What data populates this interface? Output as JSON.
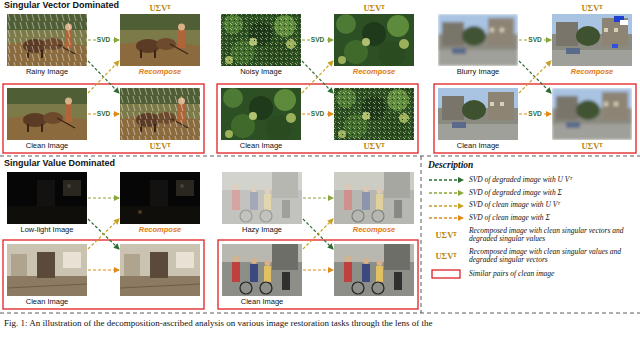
{
  "diagram": {
    "caption": "Fig. 1: An illustration of the decomposition-ascribed analysis on various image restoration tasks through the lens of the",
    "nodes": [
      {
        "text": [
          "Rainy Image"
        ]
      },
      {
        "text": [
          "UΣVᵀ",
          "Recompose"
        ]
      },
      {
        "text": [
          "Clean Image"
        ]
      },
      {
        "text": [
          "UΣVᵀ"
        ]
      },
      {
        "text": [
          "Noisy Image"
        ]
      },
      {
        "text": [
          "UΣVᵀ",
          "Recompose"
        ]
      },
      {
        "text": [
          "Clean Image"
        ]
      },
      {
        "text": [
          "UΣVᵀ"
        ]
      },
      {
        "text": [
          "Blurry Image"
        ]
      },
      {
        "text": [
          "UΣVᵀ",
          "Recompose"
        ]
      },
      {
        "text": [
          "Clean Image"
        ]
      },
      {
        "text": [
          "UΣVᵀ"
        ]
      },
      {
        "text": [
          "Low-light Image"
        ]
      },
      {
        "text": [
          "Recompose"
        ]
      },
      {
        "text": [
          "Clean Image"
        ]
      },
      {
        "text": []
      },
      {
        "text": [
          "Hazy Image"
        ]
      },
      {
        "text": [
          "Recompose"
        ]
      },
      {
        "text": [
          "Clean Image"
        ]
      },
      {
        "text": []
      }
    ],
    "edges": [
      {
        "from": 0,
        "to": 1,
        "arrow": "to",
        "label": "SVD"
      },
      {
        "from": 0,
        "to": 3,
        "arrow": "to"
      },
      {
        "from": 2,
        "to": 3,
        "arrow": "to",
        "label": "SVD"
      },
      {
        "from": 2,
        "to": 1,
        "arrow": "to"
      },
      {
        "from": 4,
        "to": 5,
        "arrow": "to",
        "label": "SVD"
      },
      {
        "from": 4,
        "to": 7,
        "arrow": "to"
      },
      {
        "from": 6,
        "to": 7,
        "arrow": "to",
        "label": "SVD"
      },
      {
        "from": 6,
        "to": 5,
        "arrow": "to"
      },
      {
        "from": 8,
        "to": 9,
        "arrow": "to",
        "label": "SVD"
      },
      {
        "from": 8,
        "to": 11,
        "arrow": "to"
      },
      {
        "from": 10,
        "to": 11,
        "arrow": "to",
        "label": "SVD"
      },
      {
        "from": 10,
        "to": 9,
        "arrow": "to"
      },
      {
        "from": 12,
        "to": 13,
        "arrow": "to"
      },
      {
        "from": 12,
        "to": 15,
        "arrow": "to"
      },
      {
        "from": 14,
        "to": 15,
        "arrow": "to"
      },
      {
        "from": 14,
        "to": 13,
        "arrow": "to"
      },
      {
        "from": 16,
        "to": 17,
        "arrow": "to"
      },
      {
        "from": 16,
        "to": 19,
        "arrow": "to"
      },
      {
        "from": 18,
        "to": 19,
        "arrow": "to"
      },
      {
        "from": 18,
        "to": 17,
        "arrow": "to"
      }
    ],
    "labels": [
      "Singular Vector Dominated",
      "Singular Value Dominated",
      "Description",
      "UΣVᵀ",
      "UΣVᵀ"
    ],
    "legend": [
      {
        "text": "SVD of degraded image with U Vᵀ"
      },
      {
        "text": "SVD of degraded image with Σ"
      },
      {
        "text": "SVD of clean image with U Vᵀ"
      },
      {
        "text": "SVD of clean image with Σ"
      },
      {
        "text": "Recomposed image with clean singular vectors and degraded singular values"
      },
      {
        "text": "Recomposed image with clean singular values and degraded singular vectors"
      },
      {
        "text": "Similar pairs of clean image"
      }
    ]
  }
}
